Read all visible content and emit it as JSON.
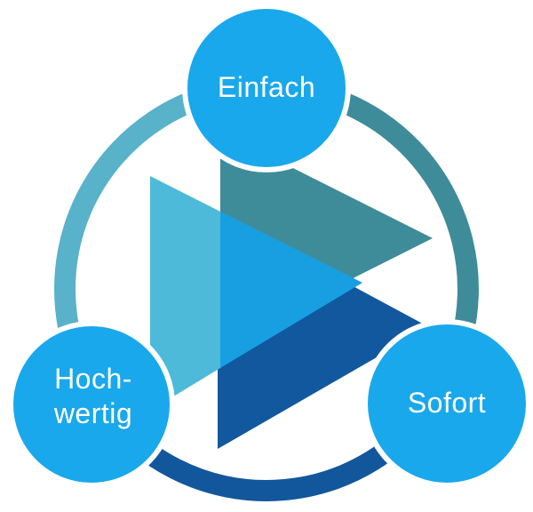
{
  "diagram": {
    "type": "cycle-triad",
    "background": "#ffffff",
    "ring": {
      "left_color": "#58B2C9",
      "right_color": "#3E8C99",
      "bottom_color": "#12579C"
    },
    "triangles": {
      "teal": "#3E8C99",
      "cyan": "#4DBAD9",
      "dark_blue": "#11589E",
      "bright_blue": "#189FE2"
    },
    "nodes": [
      {
        "id": "top",
        "label": "Einfach",
        "fill": "#19A8EC",
        "text_color": "#ffffff"
      },
      {
        "id": "bottom-left",
        "line1": "Hoch-",
        "line2": "wertig",
        "fill": "#19A8EC",
        "text_color": "#ffffff"
      },
      {
        "id": "bottom-right",
        "label": "Sofort",
        "fill": "#19A8EC",
        "text_color": "#ffffff"
      }
    ]
  }
}
